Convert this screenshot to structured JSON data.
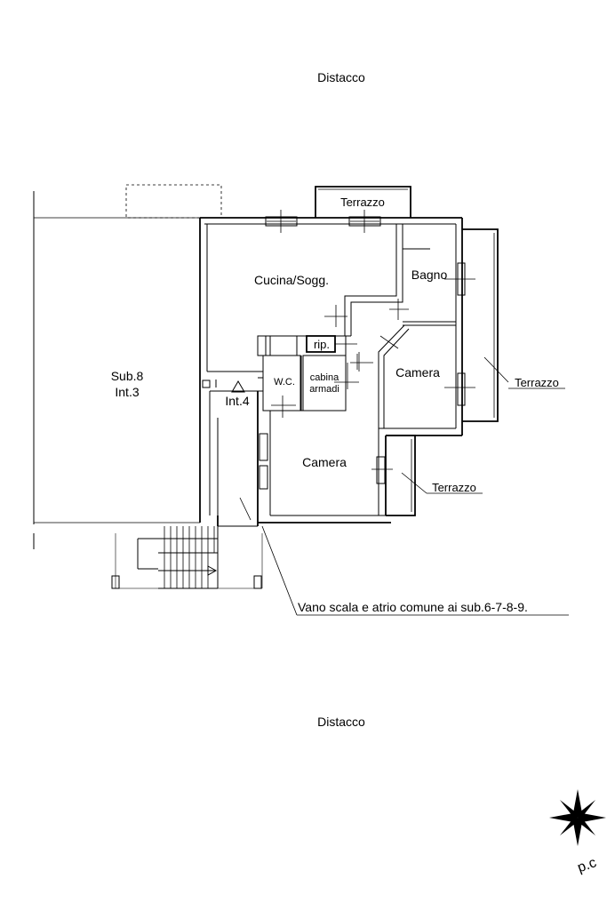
{
  "labels": {
    "distacco_top": "Distacco",
    "distacco_bottom": "Distacco",
    "terrazzo_top": "Terrazzo",
    "cucina": "Cucina/Sogg.",
    "bagno": "Bagno",
    "rip": "rip.",
    "camera_right": "Camera",
    "terrazzo_right": "Terrazzo",
    "sub8_line1": "Sub.8",
    "sub8_line2": "Int.3",
    "wc": "W.C.",
    "cabina_line1": "cabina",
    "cabina_line2": "armadi",
    "int4": "Int.4",
    "camera_center": "Camera",
    "terrazzo_lower": "Terrazzo",
    "vano_scala": "Vano scala e atrio comune ai sub.6-7-8-9.",
    "compass": "p.c"
  },
  "icons": {
    "compass": "north-arrow-icon",
    "entrance": "triangle-marker-icon",
    "stair_arrow": "stair-direction-arrow-icon"
  }
}
